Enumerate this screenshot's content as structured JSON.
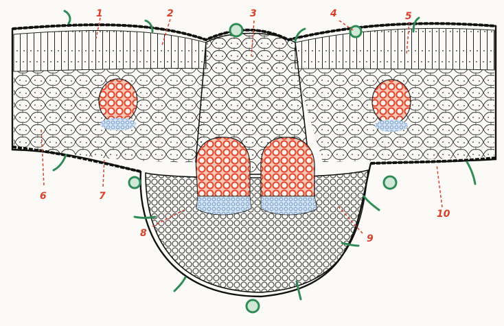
{
  "colors": {
    "paper": "#fbfaf6",
    "ink": "#1b1b1b",
    "xylem": "#e2452b",
    "phloem": "#8fb4d8",
    "hair": "#2f8a55",
    "label": "#d8402a"
  },
  "labels": [
    {
      "id": "1",
      "text": "1"
    },
    {
      "id": "2",
      "text": "2"
    },
    {
      "id": "3",
      "text": "3"
    },
    {
      "id": "4",
      "text": "4"
    },
    {
      "id": "5",
      "text": "5"
    },
    {
      "id": "6",
      "text": "6"
    },
    {
      "id": "7",
      "text": "7"
    },
    {
      "id": "8",
      "text": "8"
    },
    {
      "id": "9",
      "text": "9"
    },
    {
      "id": "10",
      "text": "10"
    }
  ]
}
